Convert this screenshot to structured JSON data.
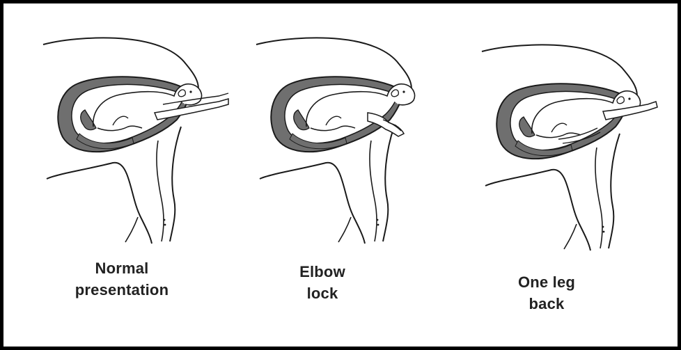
{
  "panels": [
    {
      "id": "normal",
      "caption": [
        "Normal",
        "presentation"
      ]
    },
    {
      "id": "elbow-lock",
      "caption": [
        "Elbow",
        "lock"
      ]
    },
    {
      "id": "one-leg-back",
      "caption": [
        "One leg",
        "back"
      ]
    }
  ],
  "colors": {
    "outline": "#1a1a1a",
    "uterus_fill": "#6f6f6f",
    "background": "#ffffff",
    "frame": "#000000"
  }
}
